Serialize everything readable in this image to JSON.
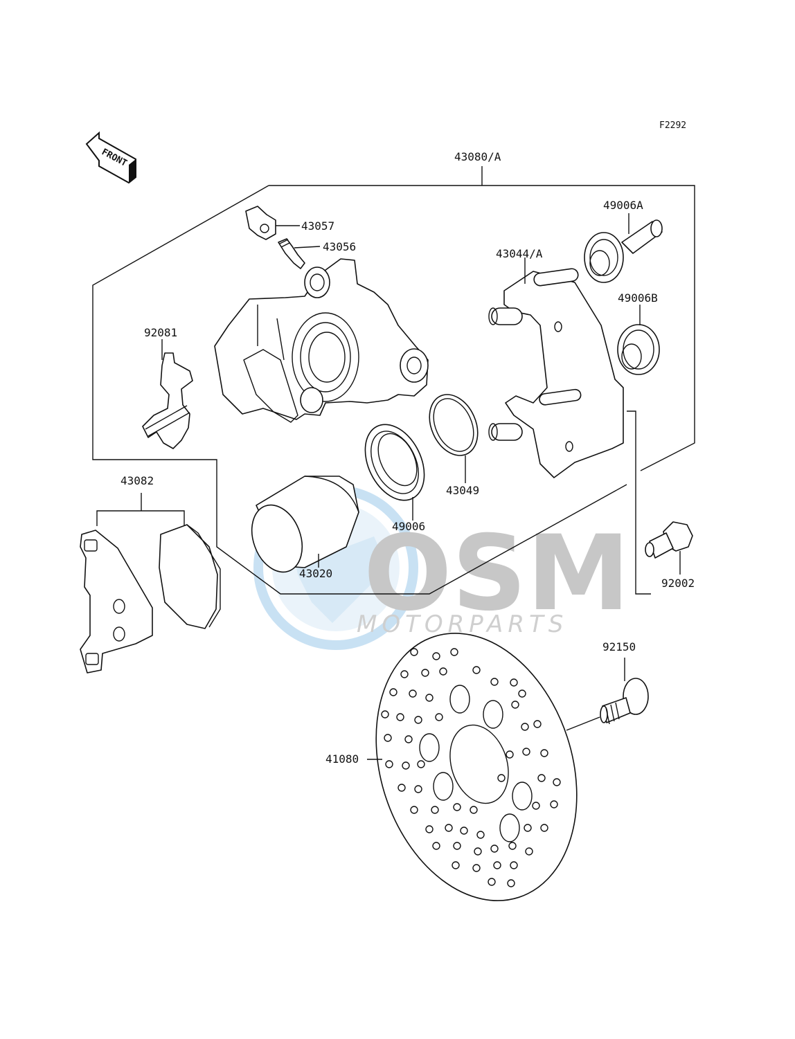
{
  "diagram_code": "F2292",
  "front_label": "FRONT",
  "watermark": {
    "brand": "OSM",
    "sub": "MOTORPARTS"
  },
  "parts": {
    "caliper_assy": "43080/A",
    "cap": "43057",
    "bleeder": "43056",
    "holder": "43044/A",
    "boot_a": "49006A",
    "boot_b": "49006B",
    "spring": "92081",
    "pad_assy": "43082",
    "seal": "43049",
    "dust_seal": "49006",
    "piston": "43020",
    "bolt_caliper": "92002",
    "bolt_disc": "92150",
    "disc": "41080"
  }
}
